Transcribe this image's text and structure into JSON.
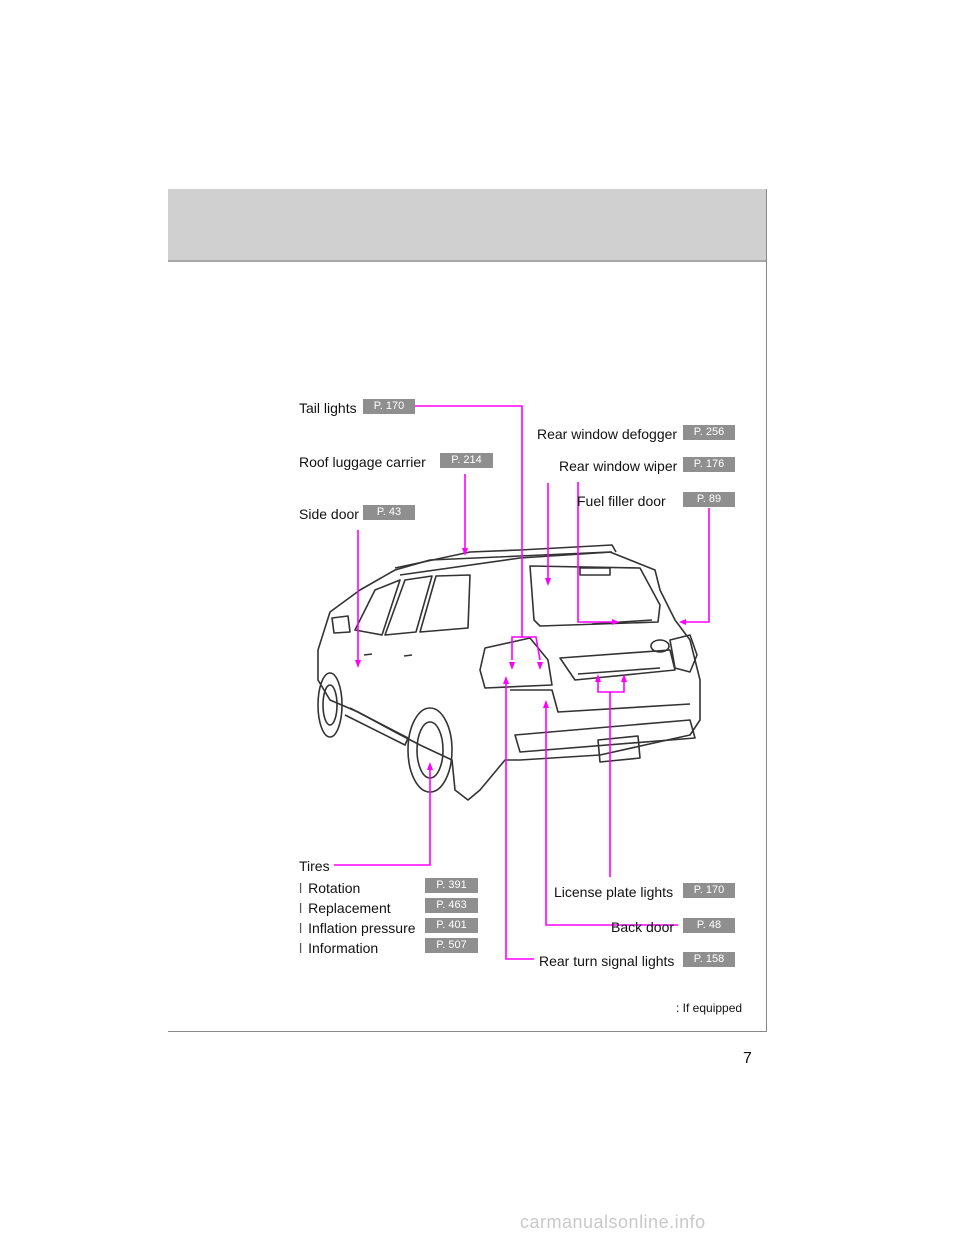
{
  "callouts": {
    "tail_lights": {
      "label": "Tail lights",
      "page": "P. 170"
    },
    "roof_luggage_carrier": {
      "label": "Roof luggage carrier",
      "page": "P. 214"
    },
    "side_door": {
      "label": "Side door",
      "page": "P. 43"
    },
    "rear_window_defogger": {
      "label": "Rear window defogger",
      "page": "P. 256"
    },
    "rear_window_wiper": {
      "label": "Rear window wiper",
      "page": "P. 176"
    },
    "fuel_filler_door": {
      "label": "Fuel filler door",
      "page": "P. 89"
    },
    "license_plate_lights": {
      "label": "License plate lights",
      "page": "P. 170"
    },
    "back_door": {
      "label": "Back door",
      "page": "P. 48"
    },
    "rear_turn_signal_lights": {
      "label": "Rear turn signal lights",
      "page": "P. 158"
    }
  },
  "tires": {
    "title": "Tires",
    "bullet": "l",
    "items": [
      {
        "label": "Rotation",
        "page": "P. 391"
      },
      {
        "label": "Replacement",
        "page": "P. 463"
      },
      {
        "label": "Inflation pressure",
        "page": "P. 401"
      },
      {
        "label": "Information",
        "page": "P. 507"
      }
    ]
  },
  "footnote": ": If equipped",
  "page_number": "7",
  "watermark": "carmanualsonline.info",
  "colors": {
    "leader_line": "#ff00ff",
    "badge": "#8f8f8f",
    "header_band": "#d0d0d0"
  }
}
